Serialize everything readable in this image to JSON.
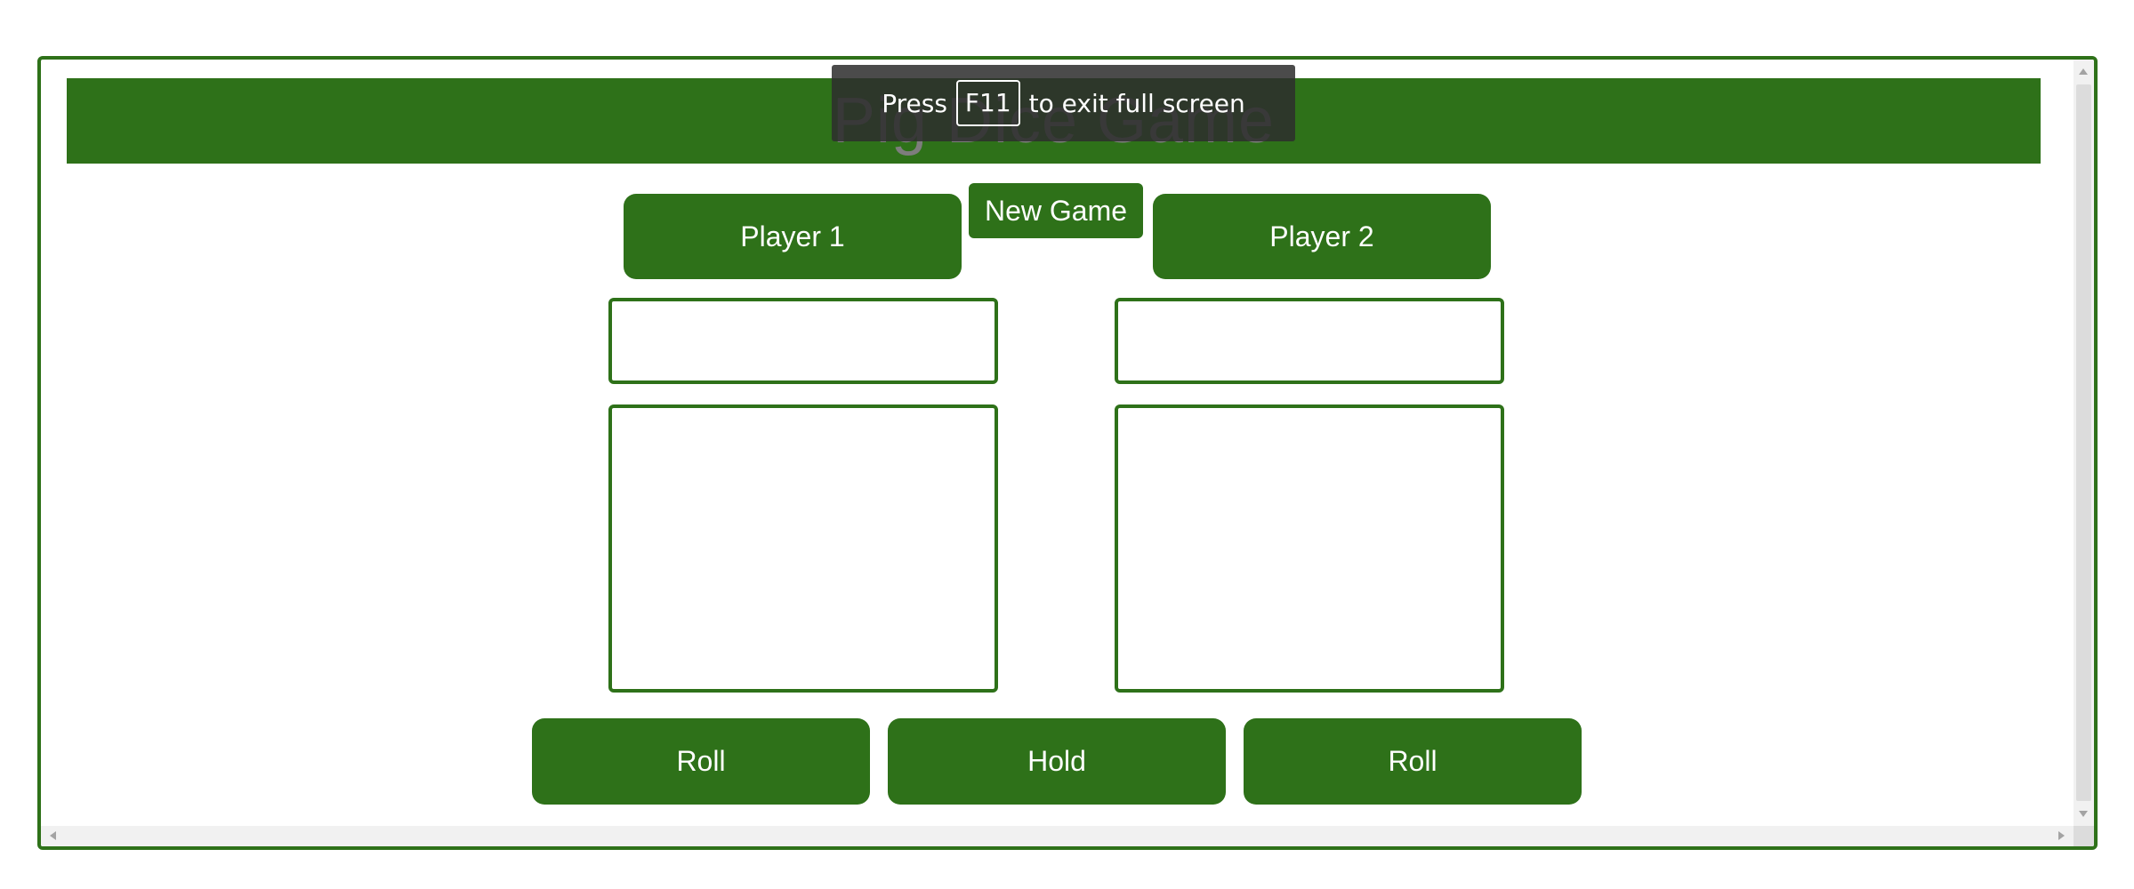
{
  "header": {
    "title": "Pig Dice Game"
  },
  "controls": {
    "new_game_label": "New Game",
    "player1_label": "Player 1",
    "player2_label": "Player 2",
    "roll1_label": "Roll",
    "hold_label": "Hold",
    "roll2_label": "Roll"
  },
  "players": {
    "p1": {
      "score": "",
      "dice": ""
    },
    "p2": {
      "score": "",
      "dice": ""
    }
  },
  "fullscreen_notice": {
    "prefix": "Press",
    "key": "F11",
    "suffix": "to exit full screen"
  },
  "colors": {
    "accent": "#2e7119",
    "title_text": "#7d7d7d",
    "toast_bg": "#2d2d2d"
  }
}
